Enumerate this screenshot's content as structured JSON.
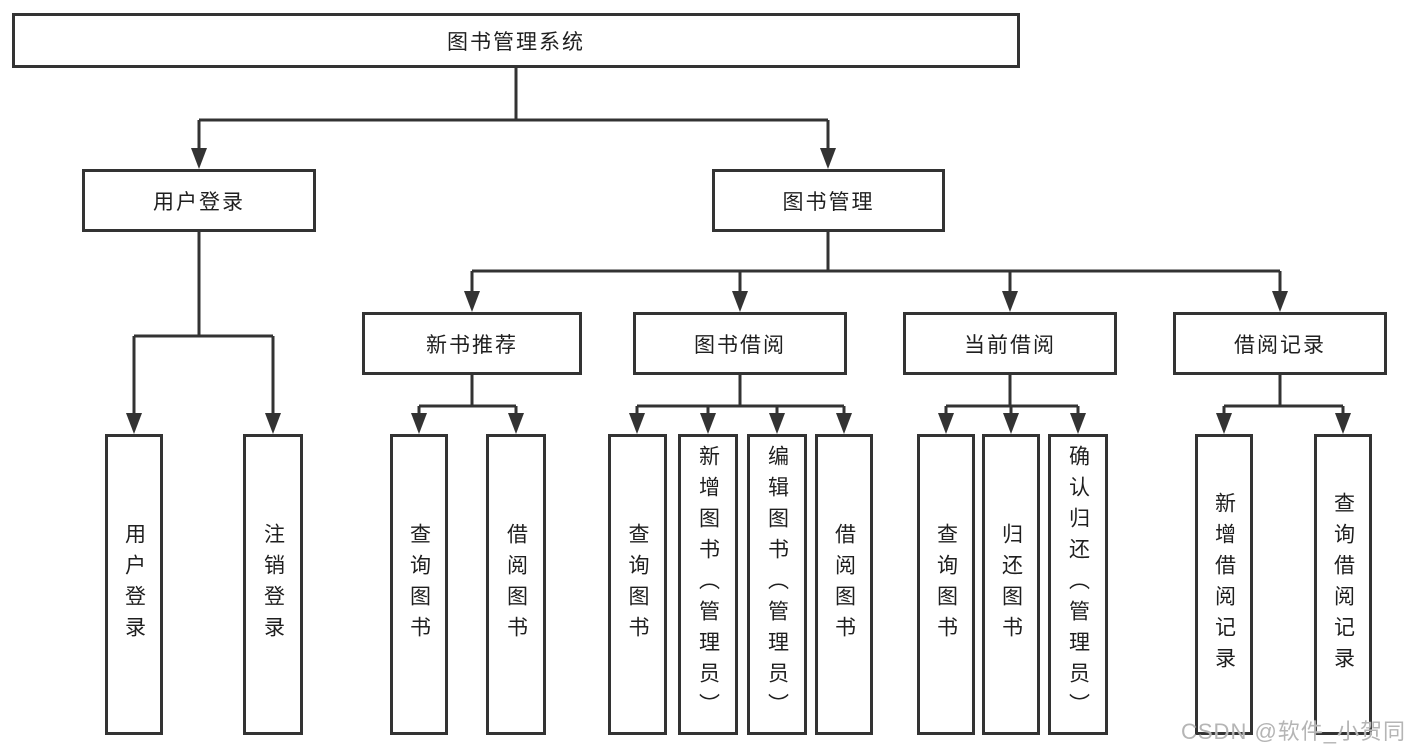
{
  "colors": {
    "line": "#333333",
    "text": "#1f1f1f",
    "background": "#ffffff",
    "watermark": "#b5b5b5"
  },
  "nodes": {
    "root": {
      "id": "library-management-system",
      "label": "图书管理系统"
    },
    "level2": [
      {
        "id": "user-login",
        "label": "用户登录",
        "parent": "library-management-system"
      },
      {
        "id": "book-management",
        "label": "图书管理",
        "parent": "library-management-system"
      }
    ],
    "level3": [
      {
        "id": "new-book-recommend",
        "label": "新书推荐",
        "parent": "book-management"
      },
      {
        "id": "book-borrowing",
        "label": "图书借阅",
        "parent": "book-management"
      },
      {
        "id": "current-borrowing",
        "label": "当前借阅",
        "parent": "book-management"
      },
      {
        "id": "borrowing-records",
        "label": "借阅记录",
        "parent": "book-management"
      }
    ],
    "leaves": [
      {
        "id": "user-login-action",
        "label": "用户登录",
        "parent": "user-login"
      },
      {
        "id": "logout-action",
        "label": "注销登录",
        "parent": "user-login"
      },
      {
        "id": "query-books-recommend",
        "label": "查询图书",
        "parent": "new-book-recommend"
      },
      {
        "id": "borrow-books-recommend",
        "label": "借阅图书",
        "parent": "new-book-recommend"
      },
      {
        "id": "query-books-borrowing",
        "label": "查询图书",
        "parent": "book-borrowing"
      },
      {
        "id": "add-books-admin",
        "label": "新增图书（管理员）",
        "parent": "book-borrowing"
      },
      {
        "id": "edit-books-admin",
        "label": "编辑图书（管理员）",
        "parent": "book-borrowing"
      },
      {
        "id": "borrow-books-borrowing",
        "label": "借阅图书",
        "parent": "book-borrowing"
      },
      {
        "id": "query-books-current",
        "label": "查询图书",
        "parent": "current-borrowing"
      },
      {
        "id": "return-books",
        "label": "归还图书",
        "parent": "current-borrowing"
      },
      {
        "id": "confirm-return-admin",
        "label": "确认归还（管理员）",
        "parent": "current-borrowing"
      },
      {
        "id": "add-borrow-record",
        "label": "新增借阅记录",
        "parent": "borrowing-records"
      },
      {
        "id": "query-borrow-record",
        "label": "查询借阅记录",
        "parent": "borrowing-records"
      }
    ]
  },
  "watermark": {
    "text": "CSDN @软件_小贺同学"
  }
}
